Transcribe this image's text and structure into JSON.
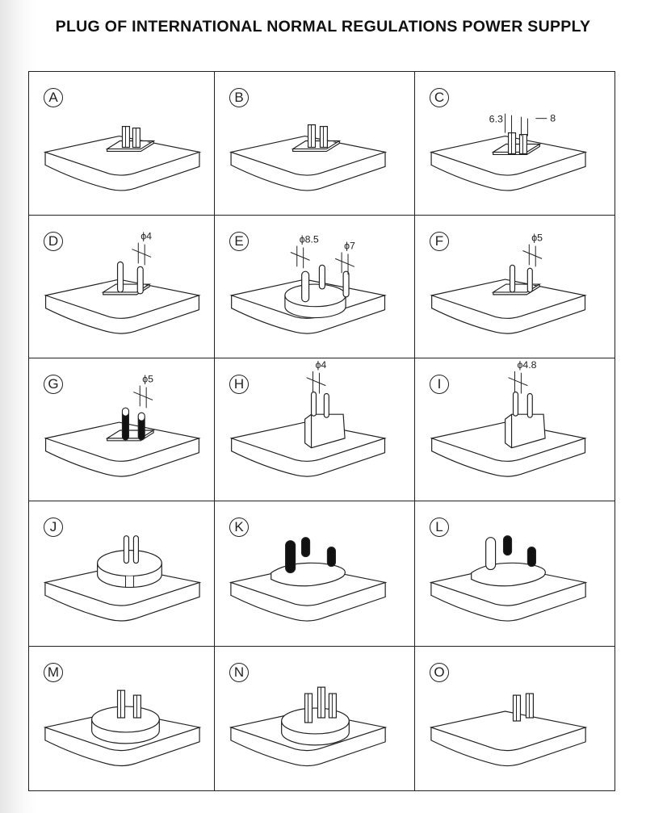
{
  "title": "PLUG OF INTERNATIONAL NORMAL REGULATIONS POWER SUPPLY",
  "plugs": [
    {
      "label": "A",
      "dims": []
    },
    {
      "label": "B",
      "dims": []
    },
    {
      "label": "C",
      "dims": [
        "6.3",
        "8"
      ]
    },
    {
      "label": "D",
      "dims": [
        "ϕ4"
      ]
    },
    {
      "label": "E",
      "dims": [
        "ϕ8.5",
        "ϕ7"
      ]
    },
    {
      "label": "F",
      "dims": [
        "ϕ5"
      ]
    },
    {
      "label": "G",
      "dims": [
        "ϕ5"
      ]
    },
    {
      "label": "H",
      "dims": [
        "ϕ4"
      ]
    },
    {
      "label": "I",
      "dims": [
        "ϕ4.8"
      ]
    },
    {
      "label": "J",
      "dims": []
    },
    {
      "label": "K",
      "dims": []
    },
    {
      "label": "L",
      "dims": []
    },
    {
      "label": "M",
      "dims": []
    },
    {
      "label": "N",
      "dims": []
    },
    {
      "label": "O",
      "dims": []
    }
  ]
}
